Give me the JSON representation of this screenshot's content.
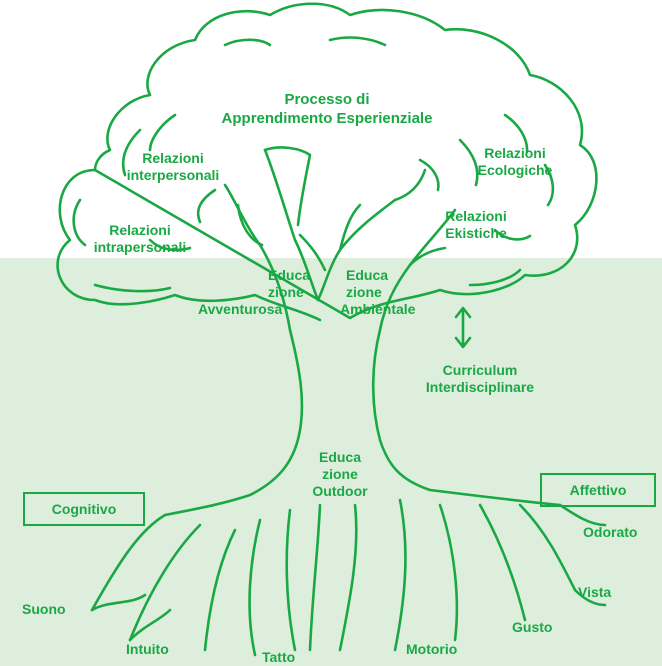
{
  "colors": {
    "accent": "#1aa844",
    "background_lower": "#deeedd",
    "background_upper": "#ffffff"
  },
  "labels": {
    "processo": [
      "Processo di",
      "Apprendimento Esperienziale"
    ],
    "relazioni_interpersonali": [
      "Relazioni",
      "interpersonali"
    ],
    "relazioni_ecologiche": [
      "Relazioni",
      "Ecologiche"
    ],
    "relazioni_intrapersonali": [
      "Relazioni",
      "intrapersonali"
    ],
    "relazioni_ekistiche": [
      "Relazioni",
      "Ekistiche"
    ],
    "educazione_avventurosa": [
      "Educa",
      "zione",
      "Avventurosa"
    ],
    "educazione_ambientale": [
      "Educa",
      "zione",
      "Ambientale"
    ],
    "curriculum": [
      "Curriculum",
      "Interdisciplinare"
    ],
    "educazione_outdoor": [
      "Educa",
      "zione",
      "Outdoor"
    ],
    "cognitivo": "Cognitivo",
    "affettivo": "Affettivo",
    "odorato": "Odorato",
    "suono": "Suono",
    "vista": "Vista",
    "gusto": "Gusto",
    "intuito": "Intuito",
    "tatto": "Tatto",
    "motorio": "Motorio"
  }
}
